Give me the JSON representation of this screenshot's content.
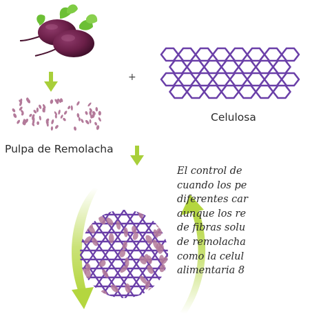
{
  "labels": {
    "plus": "+",
    "cellulose": "Celulosa",
    "beet_pulp": "Pulpa de Remolacha"
  },
  "caption_lines": [
    "El control de",
    "cuando los pe",
    "diferentes car",
    "aunque los re",
    "de fibras solu",
    "de remolacha",
    "como la celul",
    "alimentaria 8"
  ],
  "colors": {
    "cellulose": "#6a3fa8",
    "beet": "#6b1f48",
    "leaf": "#6cbf35",
    "pulp_particle": "#b37a9a",
    "arrow": "#a8cf3a",
    "curved_arrow": "#b4d63f"
  }
}
